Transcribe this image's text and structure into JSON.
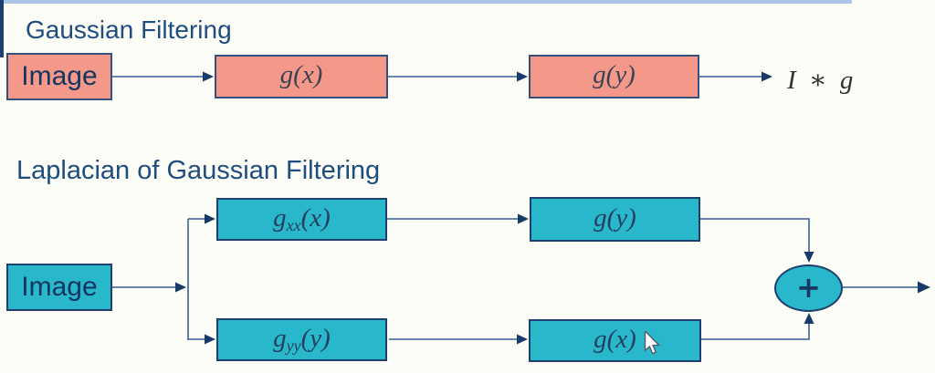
{
  "colors": {
    "background": "#fdfdf8",
    "top_border": "#a9c6e6",
    "left_border": "#1f406e",
    "salmon_fill": "#f4998a",
    "teal_fill": "#29b7cb",
    "box_border": "#1f406e",
    "line": "#4f72a3",
    "arrowhead": "#173a66",
    "title_text": "#1f4d80"
  },
  "sections": {
    "gaussian": {
      "title": "Gaussian Filtering",
      "image_label": "Image",
      "boxes": [
        {
          "pre": "g",
          "sub": "",
          "post": "(x)"
        },
        {
          "pre": "g",
          "sub": "",
          "post": "(y)"
        }
      ],
      "output": "I ∗ g"
    },
    "log": {
      "title": "Laplacian of Gaussian Filtering",
      "image_label": "Image",
      "top_branch": [
        {
          "pre": "g",
          "sub": "xx",
          "post": "(x)"
        },
        {
          "pre": "g",
          "sub": "",
          "post": "(y)"
        }
      ],
      "bottom_branch": [
        {
          "pre": "g",
          "sub": "yy",
          "post": "(y)"
        },
        {
          "pre": "g",
          "sub": "",
          "post": "(x)"
        }
      ],
      "sum_label": "+"
    }
  }
}
